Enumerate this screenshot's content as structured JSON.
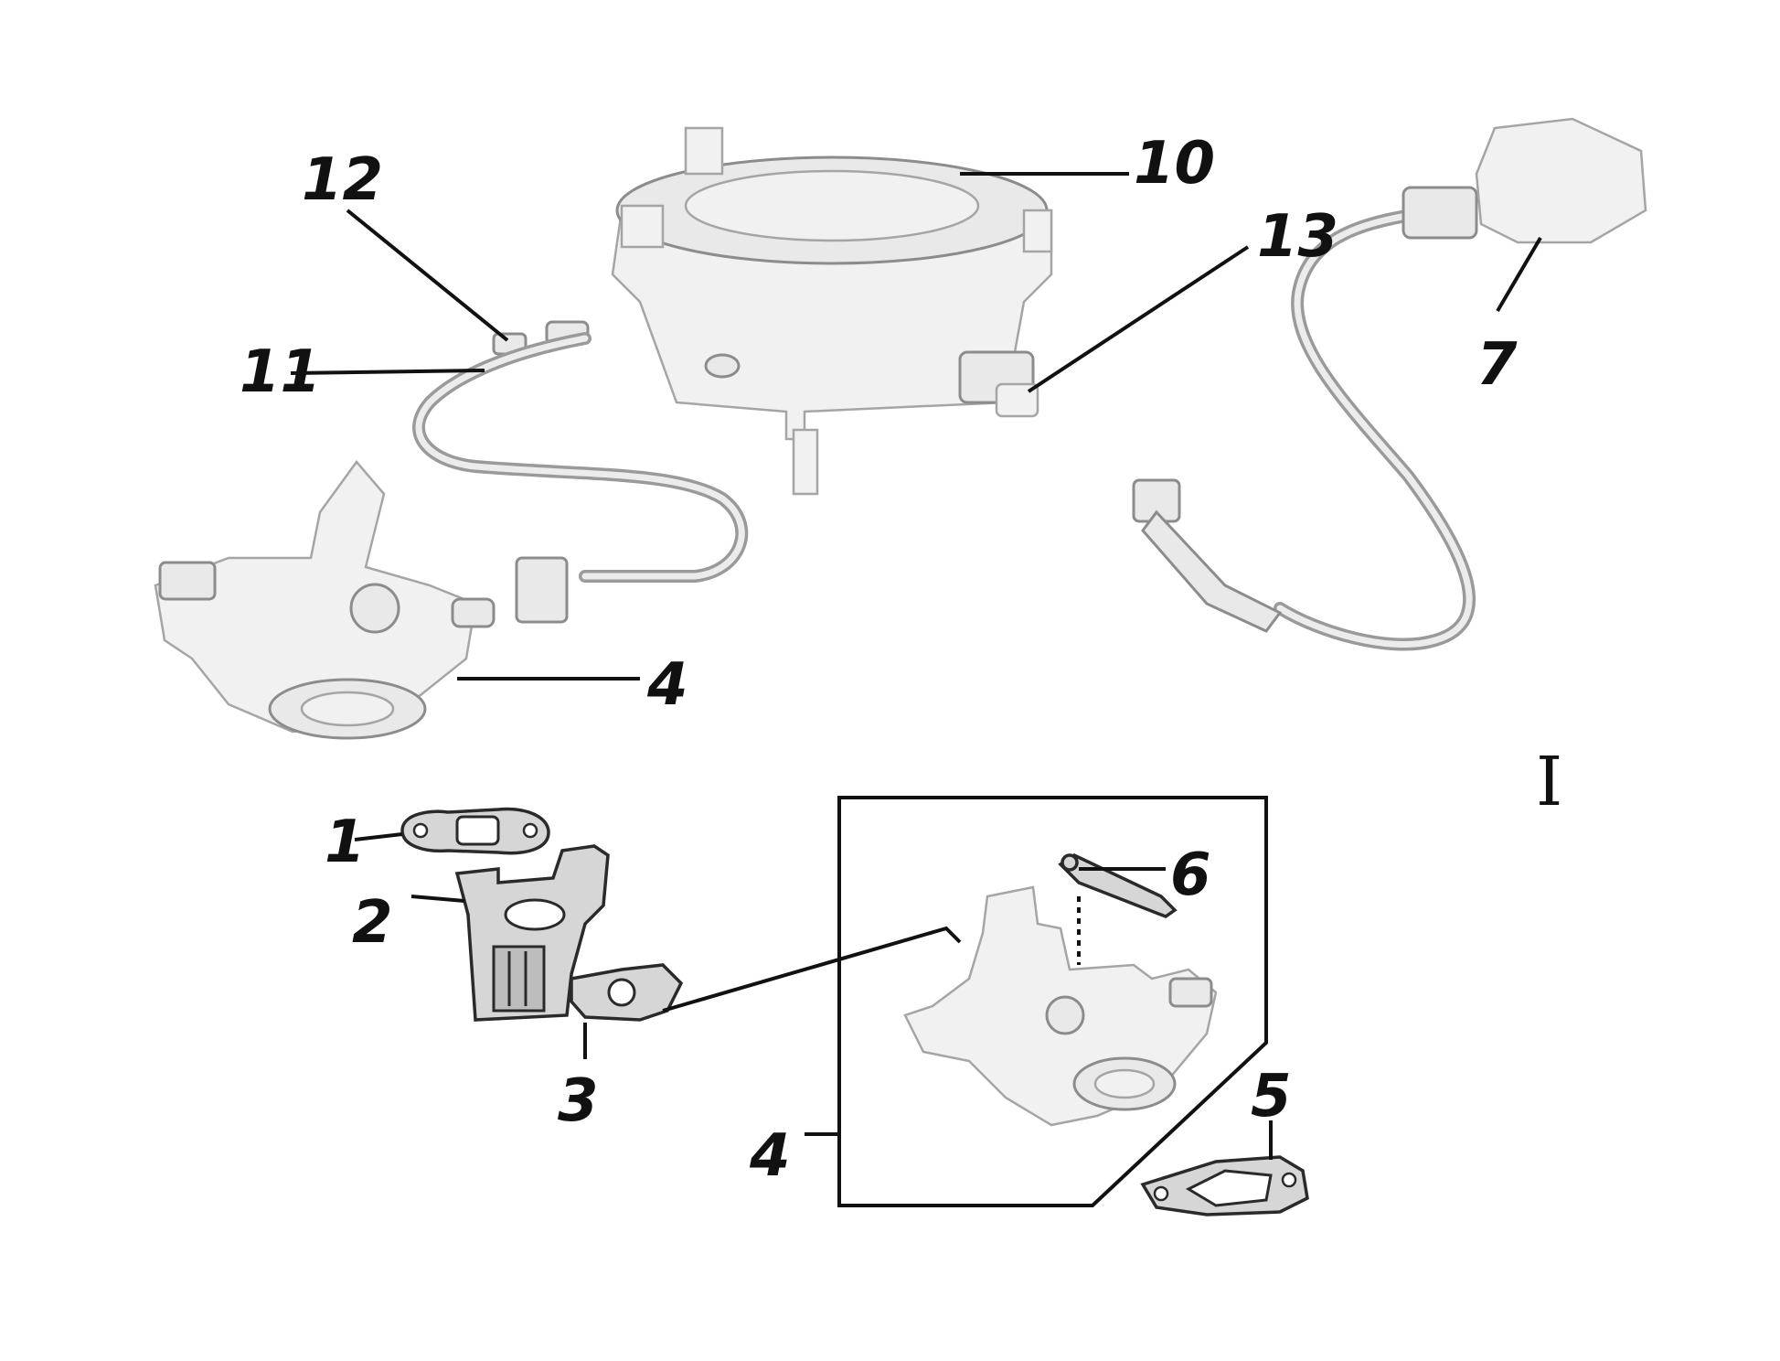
{
  "callouts": {
    "c1": "1",
    "c2": "2",
    "c3": "3",
    "c4_upper": "4",
    "c4_lower": "4",
    "c5": "5",
    "c6": "6",
    "c7": "7",
    "c10": "10",
    "c11": "11",
    "c12": "12",
    "c13": "13"
  },
  "section_label": "I",
  "colors": {
    "ink": "#111111",
    "part_fill": "#e9e9e9",
    "part_stroke": "#8c8c8c",
    "background": "#ffffff"
  },
  "parts": [
    {
      "number": "1",
      "icon": "gasket-icon"
    },
    {
      "number": "2",
      "icon": "insulator-bracket-icon"
    },
    {
      "number": "3",
      "icon": "gasket-icon"
    },
    {
      "number": "4",
      "icon": "carburetor-icon"
    },
    {
      "number": "5",
      "icon": "gasket-icon"
    },
    {
      "number": "6",
      "icon": "screw-icon"
    },
    {
      "number": "7",
      "icon": "fuel-hose-icon"
    },
    {
      "number": "10",
      "icon": "fuel-filter-cup-icon"
    },
    {
      "number": "11",
      "icon": "fuel-hose-icon"
    },
    {
      "number": "12",
      "icon": "hose-clamp-icon"
    },
    {
      "number": "13",
      "icon": "fuel-valve-icon"
    }
  ]
}
